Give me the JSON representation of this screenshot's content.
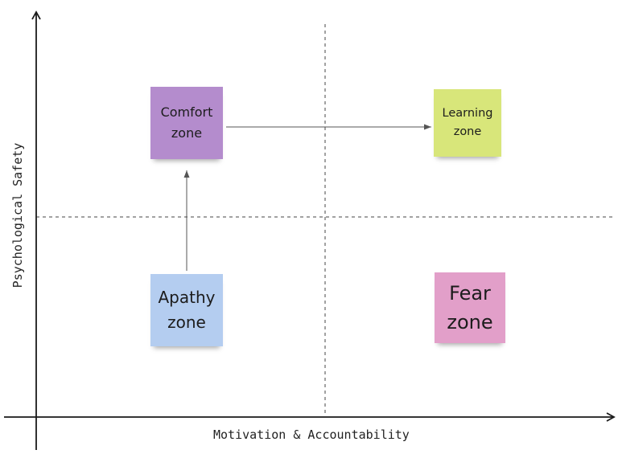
{
  "axes": {
    "x_label": "Motivation & Accountability",
    "y_label": "Psychological Safety"
  },
  "notes": {
    "comfort": {
      "line1": "Comfort",
      "line2": "zone",
      "color": "#b48ccd"
    },
    "learning": {
      "line1": "Learning",
      "line2": "zone",
      "color": "#d8e67a"
    },
    "apathy": {
      "line1": "Apathy",
      "line2": "zone",
      "color": "#b4cdf0"
    },
    "fear": {
      "line1": "Fear",
      "line2": "zone",
      "color": "#e29fc9"
    }
  },
  "colors": {
    "axis": "#1a1a1a",
    "divider": "#444444",
    "arrow": "#555555"
  }
}
